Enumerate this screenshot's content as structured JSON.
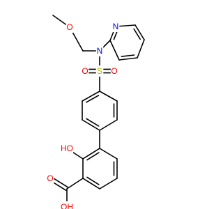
{
  "molecule": {
    "colors": {
      "bond": "#000000",
      "oxygen": "#ff0000",
      "nitrogen": "#0000ff",
      "sulfur": "#b8b800",
      "carbon": "#000000"
    },
    "atoms": [
      {
        "id": "me",
        "element": "C",
        "label": ""
      },
      {
        "id": "o1",
        "element": "O",
        "label": "O"
      },
      {
        "id": "ch2",
        "element": "C",
        "label": ""
      },
      {
        "id": "n1",
        "element": "N",
        "label": "N"
      },
      {
        "id": "pa1",
        "element": "C",
        "label": ""
      },
      {
        "id": "pa2",
        "element": "C",
        "label": ""
      },
      {
        "id": "pa3",
        "element": "C",
        "label": ""
      },
      {
        "id": "pa4",
        "element": "C",
        "label": ""
      },
      {
        "id": "pa5",
        "element": "C",
        "label": ""
      },
      {
        "id": "npy",
        "element": "N",
        "label": "N"
      },
      {
        "id": "s1",
        "element": "S",
        "label": "S"
      },
      {
        "id": "os1",
        "element": "O",
        "label": "O"
      },
      {
        "id": "os2",
        "element": "O",
        "label": "O"
      },
      {
        "id": "b1",
        "element": "C",
        "label": ""
      },
      {
        "id": "b2",
        "element": "C",
        "label": ""
      },
      {
        "id": "b3",
        "element": "C",
        "label": ""
      },
      {
        "id": "b4",
        "element": "C",
        "label": ""
      },
      {
        "id": "b5",
        "element": "C",
        "label": ""
      },
      {
        "id": "b6",
        "element": "C",
        "label": ""
      },
      {
        "id": "c1",
        "element": "C",
        "label": ""
      },
      {
        "id": "c2",
        "element": "C",
        "label": ""
      },
      {
        "id": "c3",
        "element": "C",
        "label": ""
      },
      {
        "id": "c4",
        "element": "C",
        "label": ""
      },
      {
        "id": "c5",
        "element": "C",
        "label": ""
      },
      {
        "id": "c6",
        "element": "C",
        "label": ""
      },
      {
        "id": "oh",
        "element": "O",
        "label": "HO"
      },
      {
        "id": "cc",
        "element": "C",
        "label": ""
      },
      {
        "id": "oc",
        "element": "O",
        "label": "O"
      },
      {
        "id": "ooh",
        "element": "O",
        "label": "OH"
      }
    ],
    "bonds": [
      {
        "a": "me",
        "b": "o1",
        "order": 1
      },
      {
        "a": "o1",
        "b": "ch2",
        "order": 1
      },
      {
        "a": "ch2",
        "b": "n1",
        "order": 1
      },
      {
        "a": "n1",
        "b": "pa1",
        "order": 1
      },
      {
        "a": "pa1",
        "b": "npy",
        "order": 2
      },
      {
        "a": "npy",
        "b": "pa2",
        "order": 1
      },
      {
        "a": "pa2",
        "b": "pa3",
        "order": 2
      },
      {
        "a": "pa3",
        "b": "pa4",
        "order": 1
      },
      {
        "a": "pa4",
        "b": "pa5",
        "order": 2
      },
      {
        "a": "pa5",
        "b": "pa1",
        "order": 1
      },
      {
        "a": "n1",
        "b": "s1",
        "order": 1
      },
      {
        "a": "s1",
        "b": "os1",
        "order": 2
      },
      {
        "a": "s1",
        "b": "os2",
        "order": 2
      },
      {
        "a": "s1",
        "b": "b1",
        "order": 1
      },
      {
        "a": "b1",
        "b": "b2",
        "order": 2
      },
      {
        "a": "b2",
        "b": "b3",
        "order": 1
      },
      {
        "a": "b3",
        "b": "b4",
        "order": 2
      },
      {
        "a": "b4",
        "b": "b5",
        "order": 1
      },
      {
        "a": "b5",
        "b": "b6",
        "order": 2
      },
      {
        "a": "b6",
        "b": "b1",
        "order": 1
      },
      {
        "a": "b4",
        "b": "c1",
        "order": 1
      },
      {
        "a": "c1",
        "b": "c2",
        "order": 2
      },
      {
        "a": "c2",
        "b": "c3",
        "order": 1
      },
      {
        "a": "c3",
        "b": "c4",
        "order": 2
      },
      {
        "a": "c4",
        "b": "c5",
        "order": 1
      },
      {
        "a": "c5",
        "b": "c6",
        "order": 2
      },
      {
        "a": "c6",
        "b": "c1",
        "order": 1
      },
      {
        "a": "c2",
        "b": "oh",
        "order": 1
      },
      {
        "a": "c3",
        "b": "cc",
        "order": 1
      },
      {
        "a": "cc",
        "b": "oc",
        "order": 2
      },
      {
        "a": "cc",
        "b": "ooh",
        "order": 1
      }
    ]
  }
}
